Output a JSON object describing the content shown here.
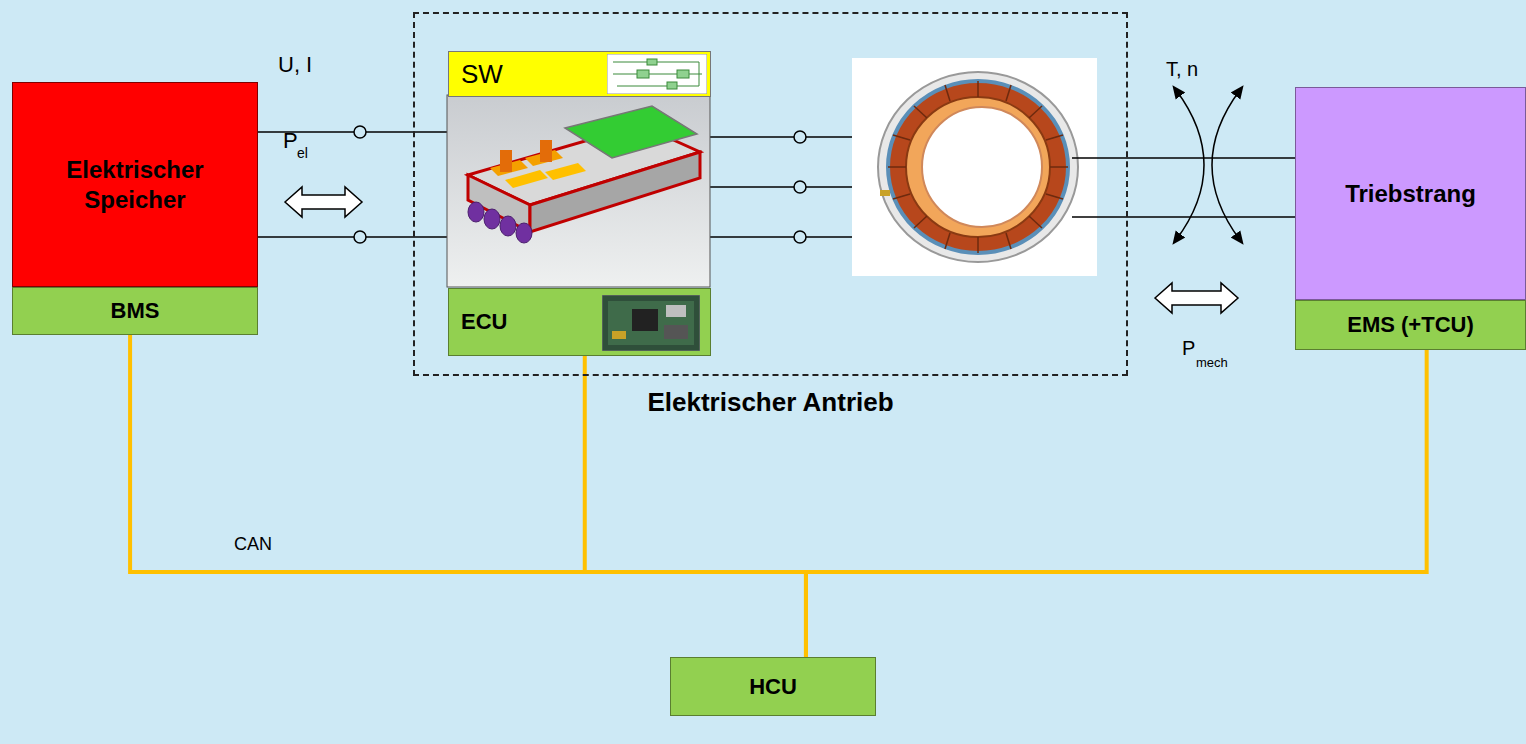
{
  "diagram": {
    "nodes": [
      {
        "text": [
          "Elektrischer Speicher"
        ]
      },
      {
        "text": [
          "BMS"
        ]
      },
      {
        "text": [
          "Elektrischer Antrieb"
        ]
      },
      {
        "text": [
          "SW"
        ],
        "in": 2
      },
      {
        "text": [
          "ECU"
        ],
        "in": 2
      },
      {
        "text": [
          "Triebstrang"
        ]
      },
      {
        "text": [
          "EMS (+TCU)"
        ]
      },
      {
        "text": [
          "HCU"
        ]
      }
    ],
    "edges": [
      {
        "from": 1,
        "to": 7,
        "arrow": "none",
        "label": "CAN"
      },
      {
        "from": 4,
        "to": 7,
        "arrow": "none"
      },
      {
        "from": 6,
        "to": 7,
        "arrow": "none"
      }
    ],
    "labels": [
      "U, I",
      "P",
      "el",
      "T, n",
      "P",
      "mech"
    ]
  }
}
